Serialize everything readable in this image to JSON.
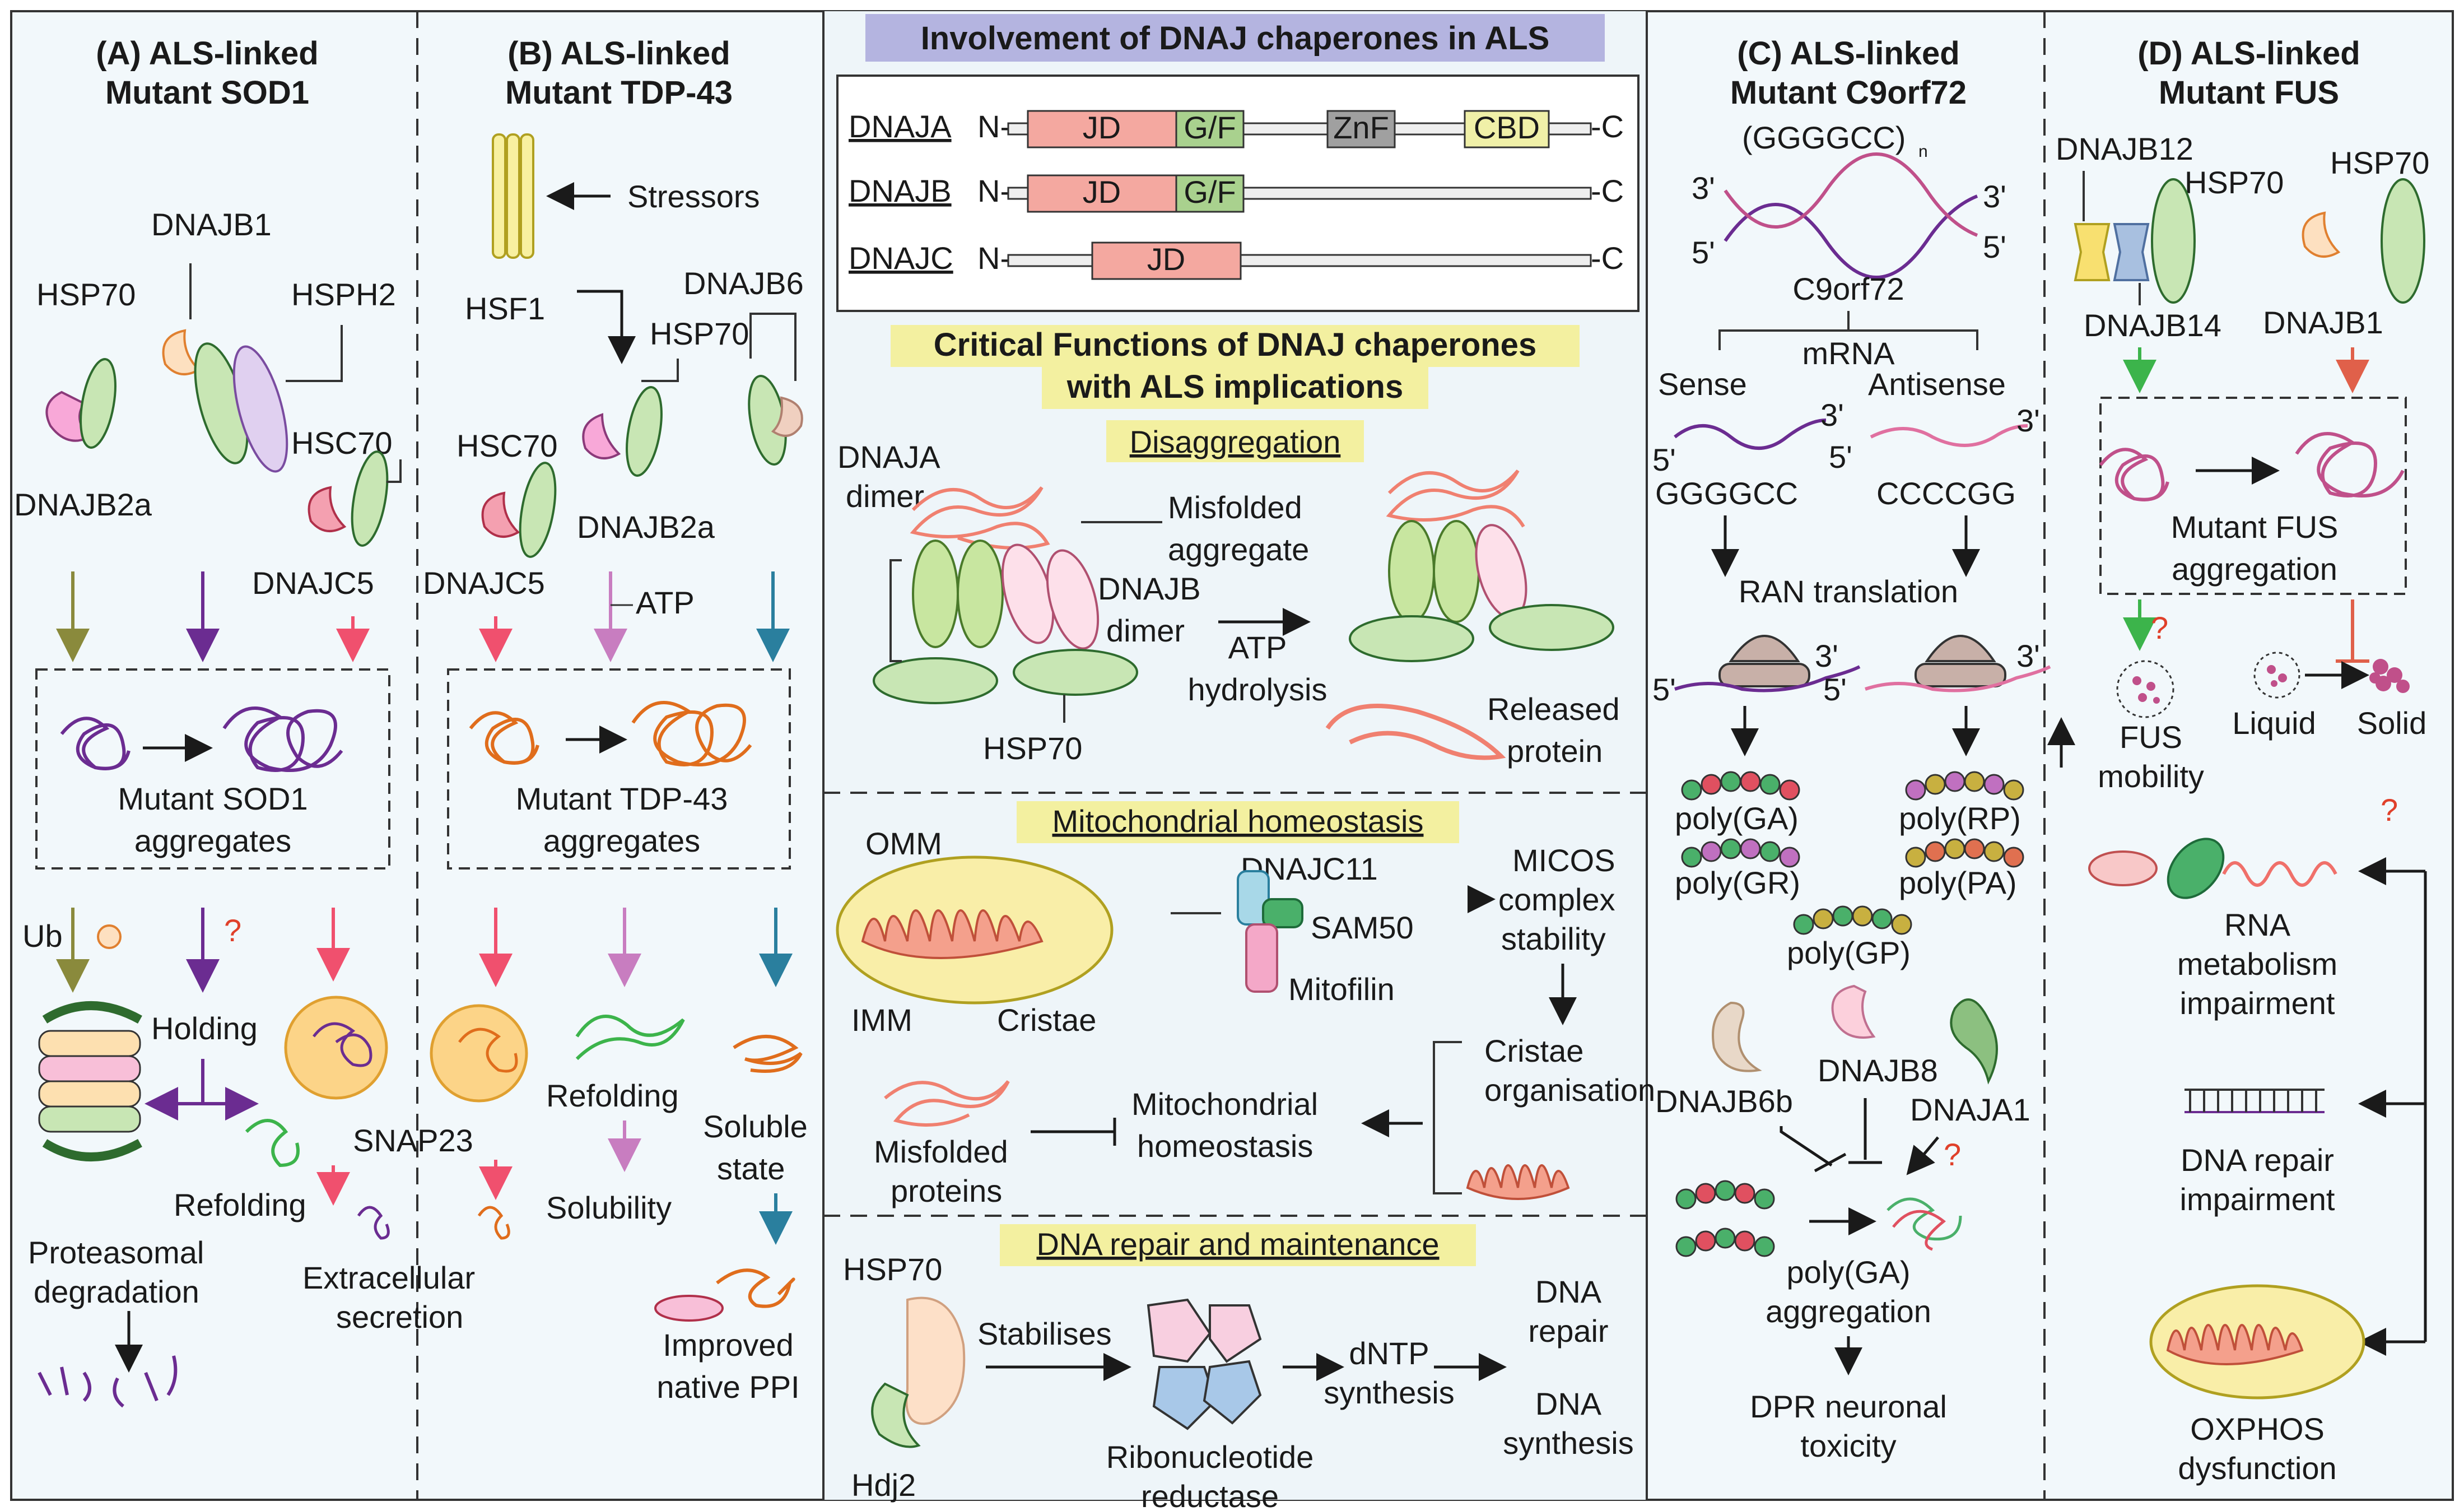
{
  "main_title": "Involvement of DNAJ chaperones in ALS",
  "panels": {
    "A": {
      "title1": "(A) ALS-linked",
      "title2": "Mutant SOD1"
    },
    "B": {
      "title1": "(B) ALS-linked",
      "title2": "Mutant TDP-43"
    },
    "C": {
      "title1": "(C) ALS-linked",
      "title2": "Mutant C9orf72"
    },
    "D": {
      "title1": "(D) ALS-linked",
      "title2": "Mutant FUS"
    }
  },
  "domains": {
    "dnaja": "DNAJA",
    "dnajb": "DNAJB",
    "dnajc": "DNAJC",
    "n": "N-",
    "c": "-C",
    "jd": "JD",
    "gf": "G/F",
    "znf": "ZnF",
    "cbd": "CBD"
  },
  "critical": {
    "line1": "Critical Functions of DNAJ chaperones",
    "line2": "with ALS implications"
  },
  "disaggregation": {
    "title": "Disaggregation",
    "dnaja1": "DNAJA",
    "dnaja2": "dimer",
    "misfolded1": "Misfolded",
    "misfolded2": "aggregate",
    "dnajb1": "DNAJB",
    "dnajb2": "dimer",
    "atp1": "ATP",
    "atp2": "hydrolysis",
    "hsp70": "HSP70",
    "released1": "Released",
    "released2": "protein"
  },
  "mito": {
    "title": "Mitochondrial homeostasis",
    "omm": "OMM",
    "imm": "IMM",
    "cristae": "Cristae",
    "dnajc11": "DNAJC11",
    "sam50": "SAM50",
    "mitofilin": "Mitofilin",
    "micos1": "MICOS",
    "micos2": "complex",
    "micos3": "stability",
    "org1": "Cristae",
    "org2": "organisation",
    "mh1": "Mitochondrial",
    "mh2": "homeostasis",
    "mp1": "Misfolded",
    "mp2": "proteins"
  },
  "dna": {
    "title": "DNA repair and maintenance",
    "hsp70": "HSP70",
    "hdj2": "Hdj2",
    "stabilises": "Stabilises",
    "rnr1": "Ribonucleotide",
    "rnr2": "reductase",
    "dntp1": "dNTP",
    "dntp2": "synthesis",
    "repair1": "DNA",
    "repair2": "repair",
    "synth1": "DNA",
    "synth2": "synthesis"
  },
  "A": {
    "dnajb1": "DNAJB1",
    "hsp70": "HSP70",
    "hsph2": "HSPH2",
    "dnajb2a": "DNAJB2a",
    "hsc70": "HSC70",
    "dnajc5": "DNAJC5",
    "agg1": "Mutant SOD1",
    "agg2": "aggregates",
    "ub": "Ub",
    "q": "?",
    "holding": "Holding",
    "refolding": "Refolding",
    "snap23": "SNAP23",
    "prot1": "Proteasomal",
    "prot2": "degradation",
    "ext1": "Extracellular",
    "ext2": "secretion"
  },
  "B": {
    "stressors": "Stressors",
    "hsf1": "HSF1",
    "dnajb6": "DNAJB6",
    "hsp70": "HSP70",
    "hsc70": "HSC70",
    "dnajb2a": "DNAJB2a",
    "dnajc5": "DNAJC5",
    "atp": "ATP",
    "agg1": "Mutant TDP-43",
    "agg2": "aggregates",
    "refolding": "Refolding",
    "solubility": "Solubility",
    "sol1": "Soluble",
    "sol2": "state",
    "ppi1": "Improved",
    "ppi2": "native PPI"
  },
  "C": {
    "repeat": "(GGGGCC)",
    "repeat_sub": "n",
    "p3": "3'",
    "p5": "5'",
    "gene": "C9orf72",
    "mrna": "mRNA",
    "sense": "Sense",
    "antisense": "Antisense",
    "ggggcc": "GGGGCC",
    "ccccgg": "CCCCGG",
    "ran": "RAN translation",
    "ga": "poly(GA)",
    "gr": "poly(GR)",
    "rp": "poly(RP)",
    "pa": "poly(PA)",
    "gp": "poly(GP)",
    "dnajb8": "DNAJB8",
    "dnajb6b": "DNAJB6b",
    "dnaja1": "DNAJA1",
    "q": "?",
    "gaagg1": "poly(GA)",
    "gaagg2": "aggregation",
    "dpr1": "DPR neuronal",
    "dpr2": "toxicity"
  },
  "D": {
    "dnajb12": "DNAJB12",
    "hsp70a": "HSP70",
    "hsp70b": "HSP70",
    "dnajb14": "DNAJB14",
    "dnajb1": "DNAJB1",
    "agg1": "Mutant FUS",
    "agg2": "aggregation",
    "q1": "?",
    "q2": "?",
    "fus1": "FUS",
    "fus2": "mobility",
    "liquid": "Liquid",
    "solid": "Solid",
    "rna1": "RNA",
    "rna2": "metabolism",
    "rna3": "impairment",
    "dna1": "DNA repair",
    "dna2": "impairment",
    "ox1": "OXPHOS",
    "ox2": "dysfunction"
  },
  "colors": {
    "hsp70": "#c8e6b4",
    "dnajb": "#f8cfe0",
    "jd": "#f4a8a0",
    "gf": "#a9d18e",
    "znf": "#a0a0a0",
    "cbd": "#f0f0a8",
    "sod1": "#6b2c91",
    "tdp43": "#e06d1c",
    "highlight": "#f3f0a0",
    "title_box": "#b4b4e0",
    "mito": "#f9eea8",
    "cristae": "#f4a08c"
  }
}
